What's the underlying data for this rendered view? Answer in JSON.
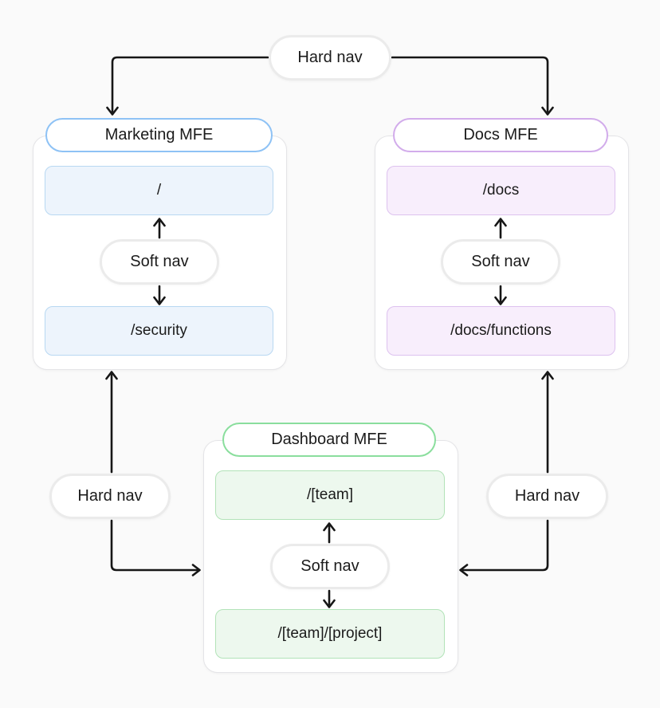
{
  "labels": {
    "hard_nav": "Hard nav",
    "soft_nav": "Soft nav"
  },
  "mfes": [
    {
      "id": "marketing",
      "title": "Marketing MFE",
      "accent": "#8ec2f5",
      "route_bg": "#edf4fc",
      "route_border": "#b8d8f2",
      "routes": [
        "/",
        "/security"
      ]
    },
    {
      "id": "docs",
      "title": "Docs MFE",
      "accent": "#d2aceb",
      "route_bg": "#f8eefc",
      "route_border": "#ddc2ef",
      "routes": [
        "/docs",
        "/docs/functions"
      ]
    },
    {
      "id": "dashboard",
      "title": "Dashboard MFE",
      "accent": "#8ade9d",
      "route_bg": "#edf8ee",
      "route_border": "#b2e3b8",
      "routes": [
        "/[team]",
        "/[team]/[project]"
      ]
    }
  ],
  "colors": {
    "background": "#fafafa",
    "panel": "#ffffff",
    "panel_border": "#e4e4e7",
    "nav_pill_border": "#ebebeb",
    "arrow": "#161616",
    "text": "#1b1b1b"
  }
}
